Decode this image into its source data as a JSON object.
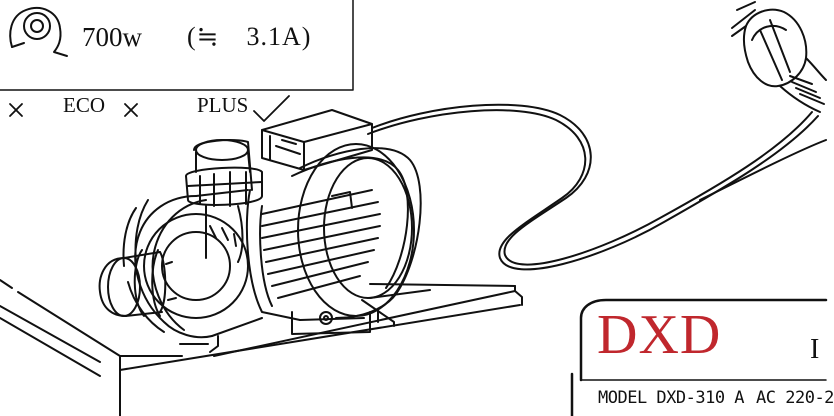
{
  "spec_box": {
    "power": "700w",
    "current": "(≒　3.1A)",
    "icon": "motor-icon"
  },
  "modes": [
    {
      "label": "ECO",
      "before_mark": "cross",
      "after_mark": "cross"
    },
    {
      "label": "PLUS",
      "after_mark": "check"
    }
  ],
  "marks": {
    "cross": "×",
    "check": "✓"
  },
  "label_plate": {
    "brand": "DXD",
    "brand_color": "#c0272d",
    "cut_text": "I",
    "model_text": "MODEL DXD-310 A",
    "ac_text": "AC 220-2"
  },
  "colors": {
    "line": "#111111",
    "background": "#ffffff"
  }
}
